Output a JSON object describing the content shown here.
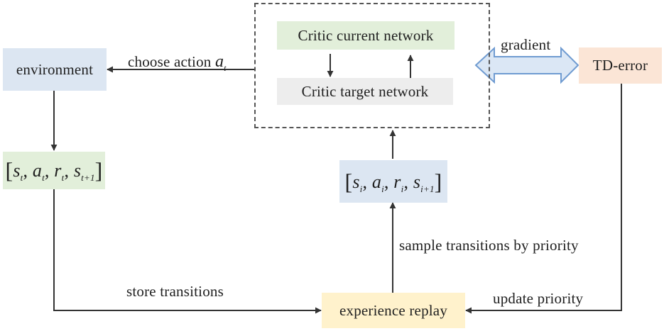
{
  "nodes": {
    "critic_current": "Critic current  network",
    "critic_target": "Critic target  network",
    "environment": "environment",
    "td_error": "TD-error",
    "experience_replay": "experience replay",
    "tuple_t": {
      "s": "s",
      "s_sub": "t",
      "a": "a",
      "a_sub": "t",
      "r": "r",
      "r_sub": "t",
      "s2": "s",
      "s2_sub": "t+1"
    },
    "tuple_i": {
      "s": "s",
      "s_sub": "i",
      "a": "a",
      "a_sub": "i",
      "r": "r",
      "r_sub": "i",
      "s2": "s",
      "s2_sub": "i+1"
    }
  },
  "edges": {
    "choose_action": "choose action",
    "choose_action_var": "a",
    "choose_action_sub": "t",
    "gradient": "gradient",
    "store_transitions": "store transitions",
    "sample_transitions": "sample transitions by priority",
    "update_priority": "update priority"
  },
  "colors": {
    "blue_fill": "#dce6f2",
    "green_fill": "#e2efda",
    "gray_fill": "#ededed",
    "orange_fill": "#fbe5d6",
    "yellow_fill": "#fff2cc",
    "arrow": "#333333",
    "double_arrow_fill": "#dbe7f5",
    "double_arrow_stroke": "#6f9bd1"
  }
}
